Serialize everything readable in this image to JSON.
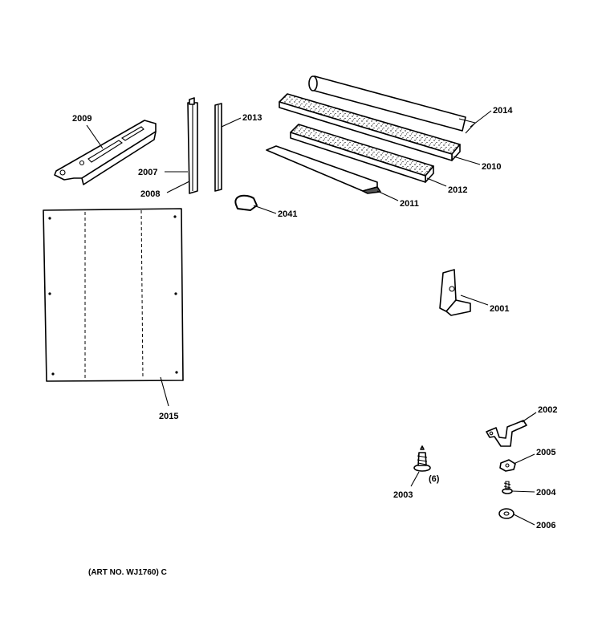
{
  "labels": {
    "p2009": "2009",
    "p2013": "2013",
    "p2014": "2014",
    "p2010": "2010",
    "p2007": "2007",
    "p2008": "2008",
    "p2012": "2012",
    "p2011": "2011",
    "p2041": "2041",
    "p2001": "2001",
    "p2015": "2015",
    "p2002": "2002",
    "p2005": "2005",
    "p2004": "2004",
    "p2006": "2006",
    "p2003": "2003",
    "qty2003": "(6)"
  },
  "art_number": "(ART NO. WJ1760) C"
}
